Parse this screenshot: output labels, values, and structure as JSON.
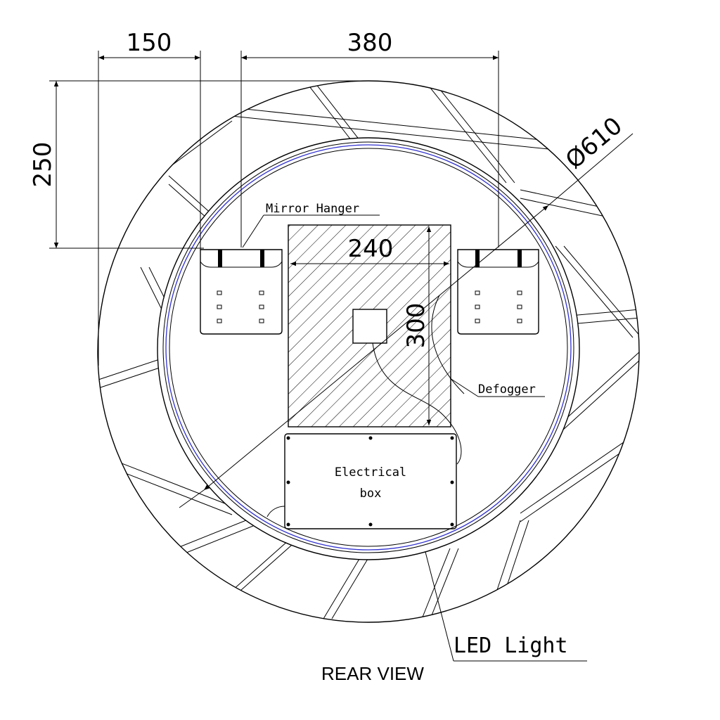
{
  "dimensions": {
    "hanger_offset": "150",
    "hanger_spacing": "380",
    "hanger_height": "250",
    "defogger_width": "240",
    "defogger_height": "300",
    "diameter": "Ø610"
  },
  "labels": {
    "mirror_hanger": "Mirror Hanger",
    "defogger": "Defogger",
    "electrical_box_line1": "Electrical",
    "electrical_box_line2": "box",
    "led_light": "LED Light"
  },
  "title": "REAR VIEW",
  "colors": {
    "led_ring": "#3030d0",
    "line": "#000000"
  }
}
